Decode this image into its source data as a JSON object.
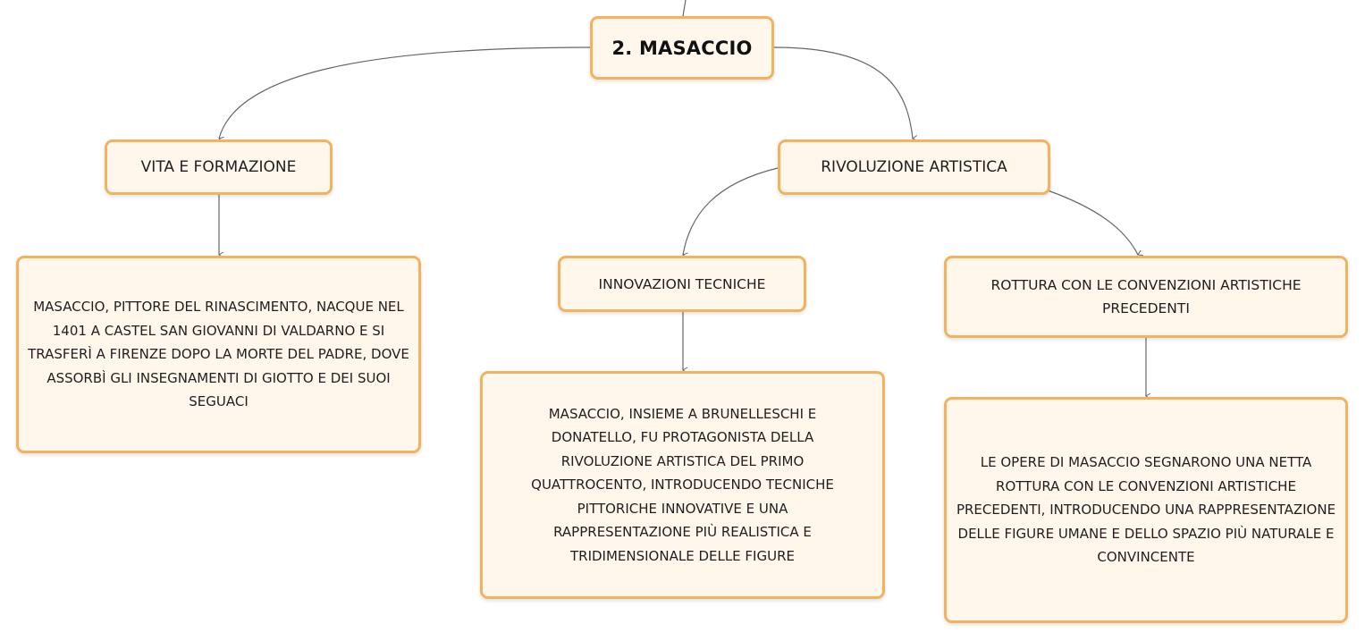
{
  "root": {
    "label": "2. MASACCIO"
  },
  "branches": {
    "vita": {
      "label": "VITA E FORMAZIONE",
      "detail": "MASACCIO, PITTORE DEL RINASCIMENTO, NACQUE NEL 1401 A CASTEL SAN GIOVANNI DI VALDARNO E SI TRASFERÌ A FIRENZE DOPO LA MORTE DEL PADRE, DOVE ASSORBÌ GLI INSEGNAMENTI DI GIOTTO E DEI SUOI SEGUACI"
    },
    "rivoluzione": {
      "label": "RIVOLUZIONE ARTISTICA",
      "innovazioni": {
        "label": "INNOVAZIONI TECNICHE",
        "detail": "MASACCIO, INSIEME A BRUNELLESCHI E DONATELLO, FU PROTAGONISTA DELLA RIVOLUZIONE ARTISTICA DEL PRIMO QUATTROCENTO, INTRODUCENDO TECNICHE PITTORICHE INNOVATIVE E UNA RAPPRESENTAZIONE PIÙ REALISTICA E TRIDIMENSIONALE DELLE FIGURE"
      },
      "rottura": {
        "label": "ROTTURA CON LE CONVENZIONI ARTISTICHE PRECEDENTI",
        "detail": "LE OPERE DI MASACCIO SEGNARONO UNA NETTA ROTTURA CON LE CONVENZIONI ARTISTICHE PRECEDENTI, INTRODUCENDO UNA RAPPRESENTAZIONE DELLE FIGURE UMANE E DELLO SPAZIO PIÙ NATURALE E CONVINCENTE"
      }
    }
  },
  "colors": {
    "node_border": "#f2b25e",
    "node_fill": "#fff6ec",
    "connector": "#666666"
  }
}
